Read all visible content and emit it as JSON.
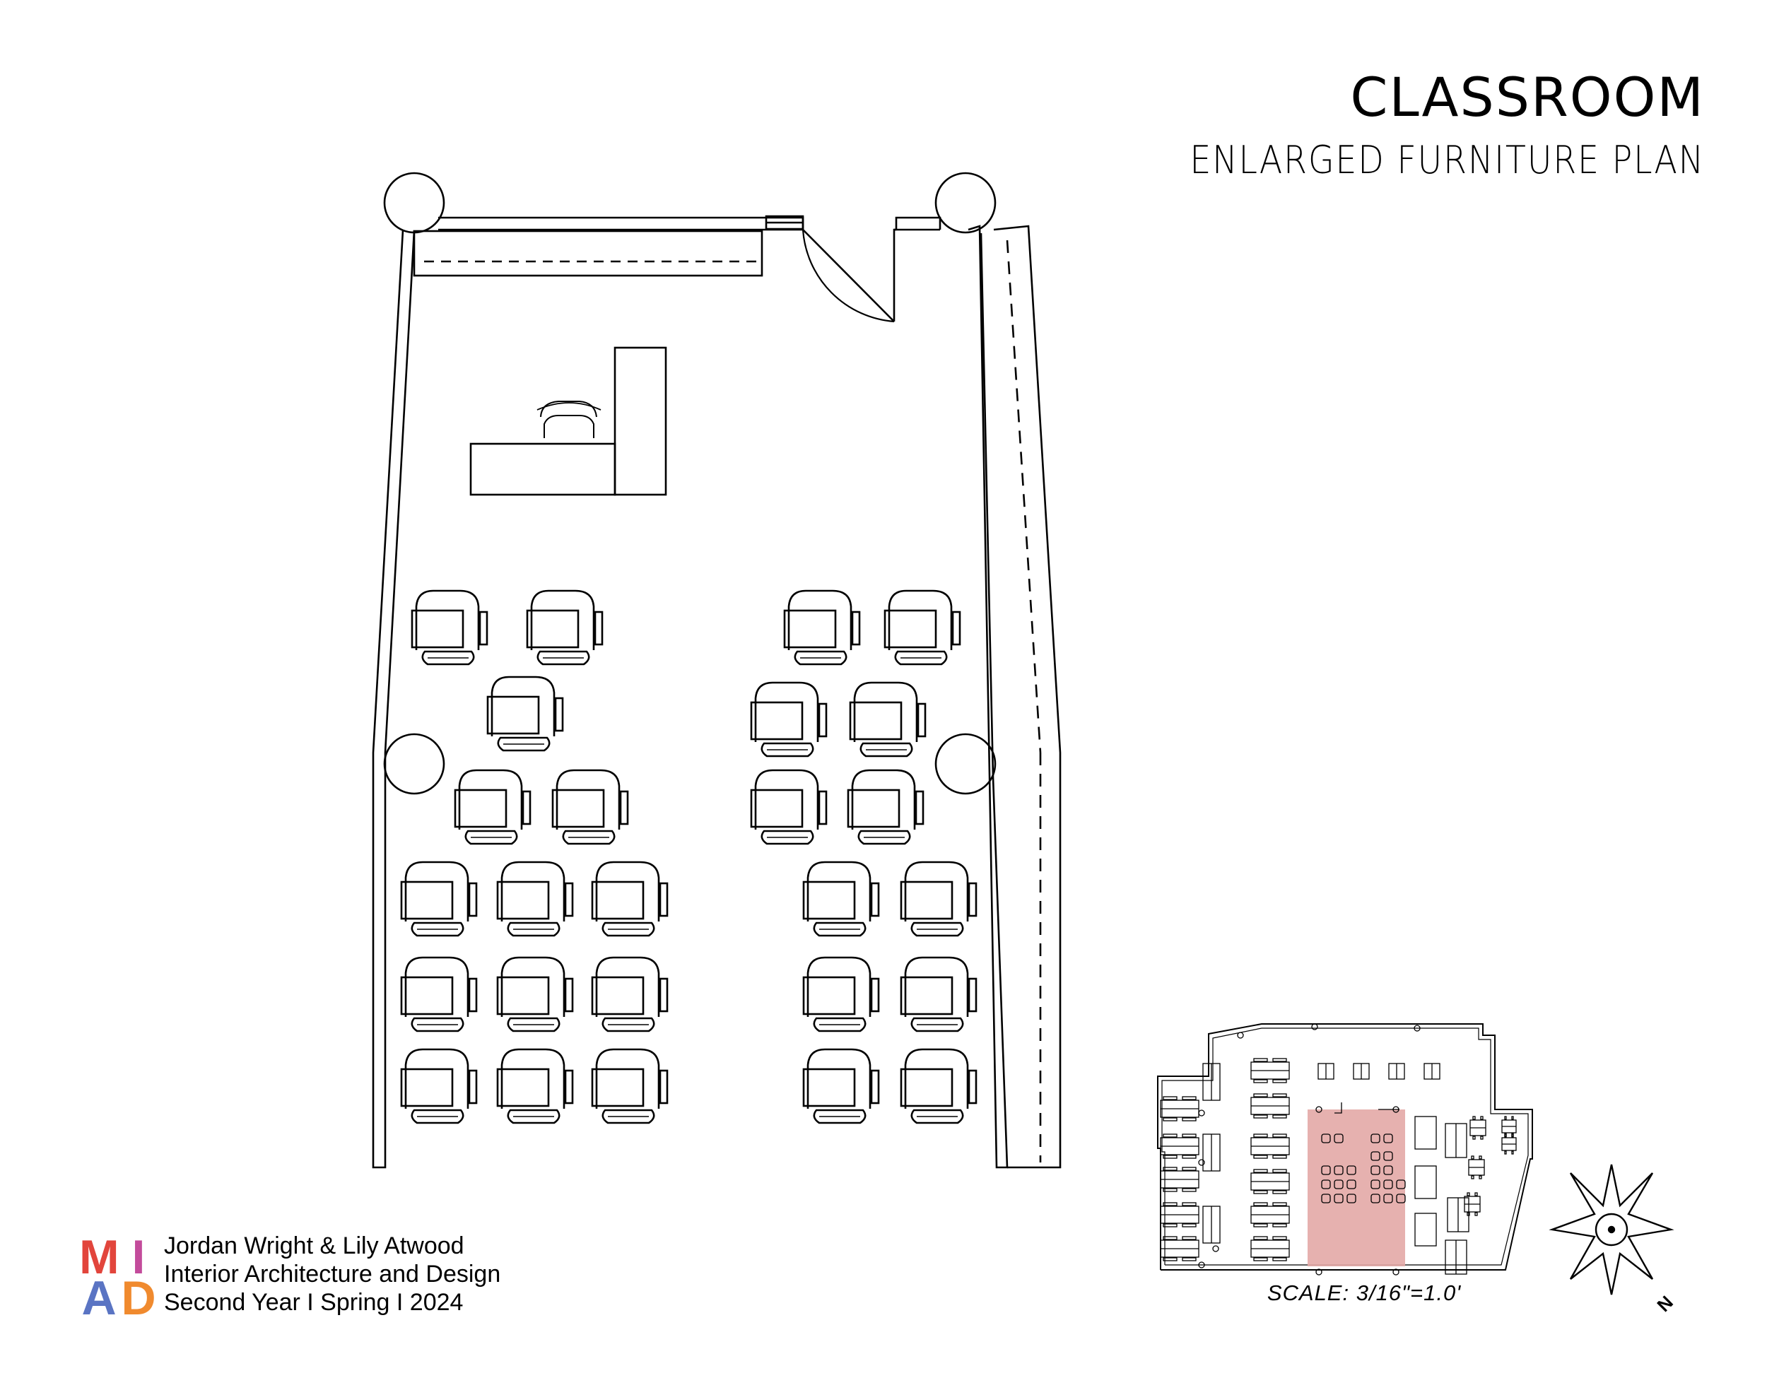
{
  "title": "CLASSROOM",
  "subtitle": "ENLARGED FURNITURE PLAN",
  "key_plan": {
    "scale_label": "SCALE: 3/16\"=1.0'"
  },
  "compass": {
    "north_label": "N"
  },
  "logo": {
    "letters": [
      "M",
      "I",
      "A",
      "D"
    ],
    "colors": [
      "#e2453c",
      "#c34b9b",
      "#5a74c3",
      "#f08a2e"
    ]
  },
  "credits": {
    "line1": "Jordan Wright & Lily Atwood",
    "line2": "Interior Architecture and Design",
    "line3": "Second Year I Spring I  2024"
  },
  "colors": {
    "linework": "#000000",
    "highlight": "#e3a8a6"
  }
}
